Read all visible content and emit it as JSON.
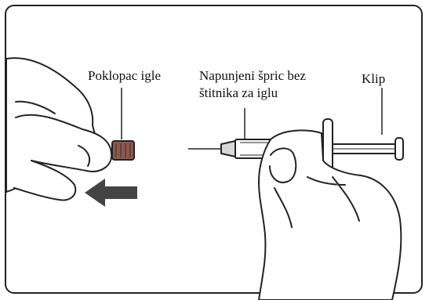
{
  "labels": {
    "needle_cap": "Poklopac igle",
    "syringe_line1": "Napunjeni špric bez",
    "syringe_line2": "štitnika za iglu",
    "plunger": "Klip"
  },
  "colors": {
    "outline": "#222222",
    "arrow": "#444444",
    "cap": "#8a5a4e"
  },
  "icons": {
    "direction_arrow": "arrow-left-icon"
  }
}
